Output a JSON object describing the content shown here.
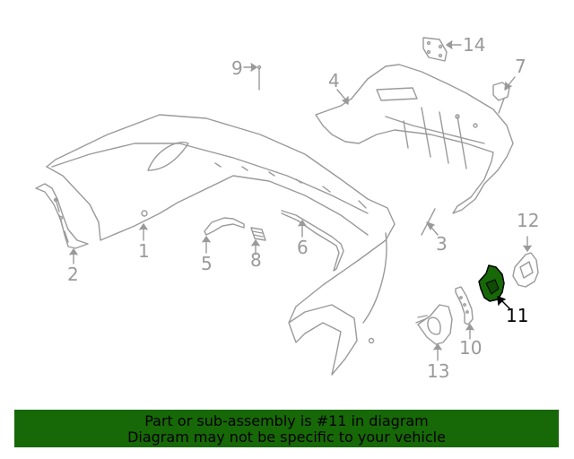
{
  "diagram": {
    "title": "Rear bumper assembly parts diagram",
    "highlight_color": "#176807",
    "line_color": "#9a9a9a",
    "highlighted_part": "11",
    "callouts": [
      {
        "id": "1",
        "label": "1"
      },
      {
        "id": "2",
        "label": "2"
      },
      {
        "id": "3",
        "label": "3"
      },
      {
        "id": "4",
        "label": "4"
      },
      {
        "id": "5",
        "label": "5"
      },
      {
        "id": "6",
        "label": "6"
      },
      {
        "id": "7",
        "label": "7"
      },
      {
        "id": "8",
        "label": "8"
      },
      {
        "id": "9",
        "label": "9"
      },
      {
        "id": "10",
        "label": "10"
      },
      {
        "id": "11",
        "label": "11"
      },
      {
        "id": "12",
        "label": "12"
      },
      {
        "id": "13",
        "label": "13"
      },
      {
        "id": "14",
        "label": "14"
      }
    ]
  },
  "banner": {
    "line1": "Part or sub-assembly is #11 in diagram",
    "line2": "Diagram may not be specific to your vehicle",
    "background": "#176807"
  }
}
